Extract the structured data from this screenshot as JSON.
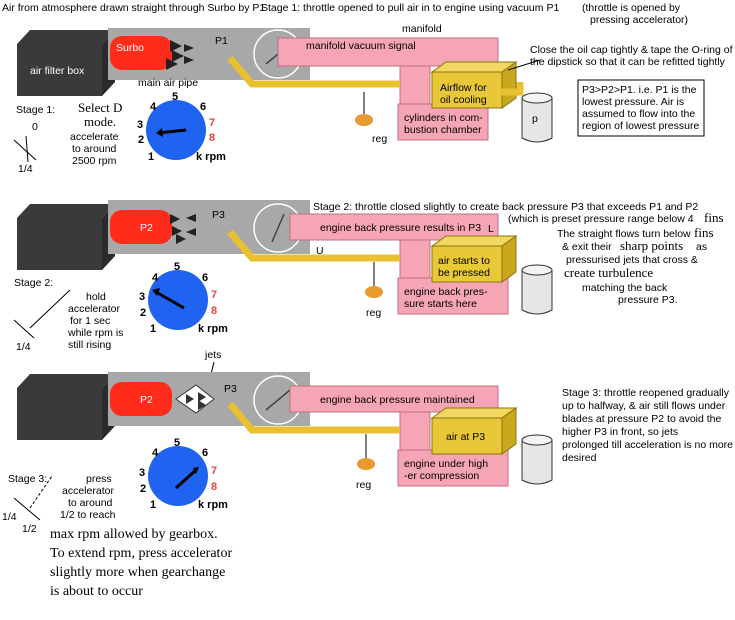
{
  "header": {
    "left": "Air from atmosphere drawn straight through Surbo by P1",
    "stage1": "Stage 1: throttle opened to pull air in to engine using vacuum P1",
    "note_a": "(throttle is opened by",
    "note_b": "pressing accelerator)"
  },
  "stage1": {
    "air_filter": "air filter box",
    "surbo": "Surbo",
    "p1": "P1",
    "main_pipe": "main air pipe",
    "manifold": "manifold",
    "vacuum": "manifold vacuum signal",
    "oil_a": "Close the oil cap tightly & tape the O-ring of",
    "oil_b": "the dipstick so that it can be refitted tightly",
    "airflow_a": "Airflow for",
    "airflow_b": "oil cooling",
    "cyl_a": "cylinders in com-",
    "cyl_b": "bustion chamber",
    "reg": "reg",
    "p": "p",
    "pressure_a": "P3>P2>P1. i.e. P1 is the",
    "pressure_b": "lowest pressure. Air is",
    "pressure_c": "assumed to flow into the",
    "pressure_d": "region of lowest pressure",
    "label": "Stage 1:",
    "zero": "0",
    "quarter": "1/4",
    "select_a": "Select D",
    "select_b": "mode.",
    "accel_a": "accelerate",
    "accel_b": "to around",
    "accel_c": "2500 rpm",
    "krpm": "k rpm"
  },
  "stage2": {
    "heading": "Stage 2: throttle closed slightly to create back pressure P3 that exceeds P1 and P2",
    "sub": "(which is preset pressure range below 4",
    "fins": "fins",
    "p2": "P2",
    "p3": "P3",
    "u": "U",
    "l": "L",
    "back": "engine back pressure results in P3",
    "air_a": "air starts to",
    "air_b": "be pressed",
    "eng_a": "engine back pres-",
    "eng_b": "sure starts here",
    "reg": "reg",
    "s1": "The straight flows turn below",
    "s2": "& exit their",
    "s2b": "sharp points",
    "s2c": "as",
    "s3": "pressurised jets that cross &",
    "s4": "create turbulence",
    "s5": "matching the back",
    "s6": "pressure P3.",
    "label": "Stage 2:",
    "hold_a": "hold",
    "hold_b": "accelerator",
    "hold_c": "for 1 sec",
    "hold_d": "while rpm is",
    "hold_e": "still rising",
    "quarter": "1/4",
    "krpm": "k rpm"
  },
  "stage3": {
    "jets": "jets",
    "p2": "P2",
    "p3": "P3",
    "back": "engine back pressure maintained",
    "air": "air at P3",
    "eng_a": "engine under high",
    "eng_b": "-er compression",
    "reg": "reg",
    "s1": "Stage 3: throttle reopened gradually",
    "s2": "up to halfway, & air still flows under",
    "s3": "blades at pressure P2 to avoid the",
    "s4": "higher P3 in front, so jets",
    "s5": "prolonged till acceleration is no more",
    "s6": "desired",
    "label": "Stage 3:",
    "press_a": "press",
    "press_b": "accelerator",
    "press_c": "to around",
    "press_d": "1/2 to reach",
    "quarter": "1/4",
    "half": "1/2",
    "krpm": "k rpm",
    "bottom_a": "max rpm allowed by gearbox.",
    "bottom_b": "To extend rpm, press accelerator",
    "bottom_c": "slightly more when gearchange",
    "bottom_d": "is about to occur"
  },
  "gauge_numbers": [
    "1",
    "2",
    "3",
    "4",
    "5",
    "6",
    "7",
    "8"
  ]
}
